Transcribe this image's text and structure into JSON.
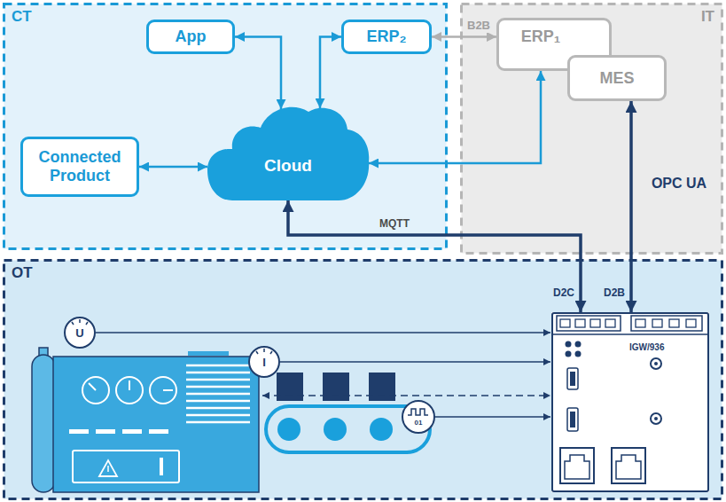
{
  "diagram": {
    "nodes": [
      {
        "text": [
          "CT"
        ]
      },
      {
        "text": [
          "App"
        ],
        "in": 0
      },
      {
        "text": [
          "ERP₂"
        ],
        "in": 0
      },
      {
        "text": [
          "Connected Product"
        ],
        "in": 0
      },
      {
        "text": [
          "Cloud"
        ],
        "in": 0
      },
      {
        "text": [
          "IT"
        ]
      },
      {
        "text": [
          "ERP₁"
        ],
        "in": 5
      },
      {
        "text": [
          "MES"
        ],
        "in": 5
      },
      {
        "text": [
          "OT"
        ]
      },
      {
        "text": [
          "IGW/936"
        ],
        "in": 8
      }
    ],
    "edges": [
      {
        "from": 1,
        "to": 4,
        "arrow": "both"
      },
      {
        "from": 2,
        "to": 4,
        "arrow": "both"
      },
      {
        "from": 3,
        "to": 4,
        "arrow": "both"
      },
      {
        "from": 2,
        "to": 6,
        "label": "B2B",
        "arrow": "both"
      },
      {
        "from": 4,
        "to": 6,
        "arrow": "both"
      },
      {
        "from": 9,
        "to": 4,
        "label": "MQTT",
        "arrow": "both"
      },
      {
        "from": 9,
        "to": 7,
        "label": "OPC UA",
        "arrow": "both"
      }
    ],
    "labels": [
      "D2C",
      "D2B",
      "U",
      "I",
      "01"
    ]
  }
}
